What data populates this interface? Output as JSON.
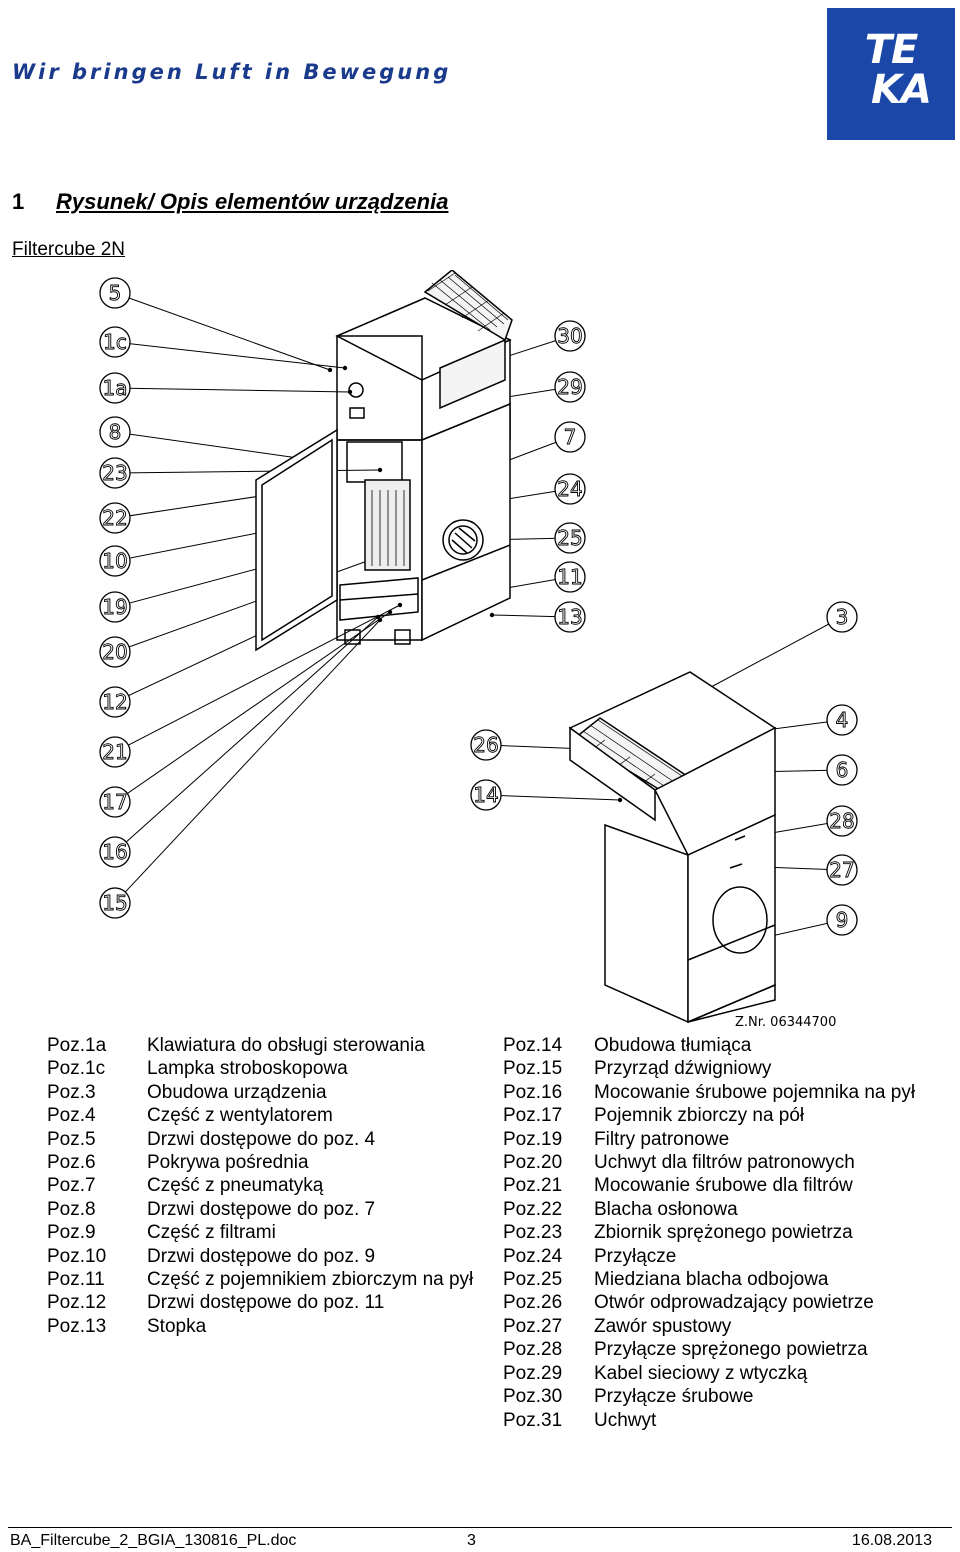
{
  "header": {
    "tagline": "Wir bringen Luft in Bewegung",
    "logo_text_top": "TE",
    "logo_text_bottom": "KA"
  },
  "section": {
    "number": "1",
    "title": "Rysunek/ Opis elementów urządzenia"
  },
  "subtitle": "Filtercube 2N",
  "drawing": {
    "callouts_left": [
      "5",
      "1c",
      "1a",
      "8",
      "23",
      "22",
      "10",
      "19",
      "20",
      "12",
      "21",
      "17",
      "16",
      "15"
    ],
    "callouts_right_upper": [
      "30",
      "29",
      "7",
      "24",
      "25",
      "11",
      "13"
    ],
    "callouts_right_lower": [
      "3",
      "4",
      "6",
      "28",
      "27",
      "9"
    ],
    "callouts_middle": [
      "26",
      "14"
    ],
    "drawing_number": "Z.Nr. 06344700"
  },
  "legend_left": [
    {
      "pos": "Poz.1a",
      "desc": "Klawiatura do obsługi sterowania"
    },
    {
      "pos": "Poz.1c",
      "desc": "Lampka stroboskopowa"
    },
    {
      "pos": "Poz.3",
      "desc": "Obudowa urządzenia"
    },
    {
      "pos": "Poz.4",
      "desc": "Część z wentylatorem"
    },
    {
      "pos": "Poz.5",
      "desc": "Drzwi dostępowe do poz. 4"
    },
    {
      "pos": "Poz.6",
      "desc": "Pokrywa pośrednia"
    },
    {
      "pos": "Poz.7",
      "desc": "Część z pneumatyką"
    },
    {
      "pos": "Poz.8",
      "desc": "Drzwi dostępowe do poz. 7"
    },
    {
      "pos": "Poz.9",
      "desc": "Część z filtrami"
    },
    {
      "pos": "Poz.10",
      "desc": "Drzwi dostępowe do poz. 9"
    },
    {
      "pos": "Poz.11",
      "desc": "Część z pojemnikiem zbiorczym na pył"
    },
    {
      "pos": "Poz.12",
      "desc": "Drzwi dostępowe do poz. 11"
    },
    {
      "pos": "Poz.13",
      "desc": "Stopka"
    }
  ],
  "legend_right": [
    {
      "pos": "Poz.14",
      "desc": "Obudowa tłumiąca"
    },
    {
      "pos": "Poz.15",
      "desc": "Przyrząd dźwigniowy"
    },
    {
      "pos": "Poz.16",
      "desc": "Mocowanie śrubowe pojemnika na pył"
    },
    {
      "pos": "Poz.17",
      "desc": "Pojemnik zbiorczy na pół"
    },
    {
      "pos": "Poz.19",
      "desc": "Filtry patronowe"
    },
    {
      "pos": "Poz.20",
      "desc": "Uchwyt dla filtrów patronowych"
    },
    {
      "pos": "Poz.21",
      "desc": "Mocowanie śrubowe dla filtrów"
    },
    {
      "pos": "Poz.22",
      "desc": "Blacha osłonowa"
    },
    {
      "pos": "Poz.23",
      "desc": "Zbiornik sprężonego powietrza"
    },
    {
      "pos": "Poz.24",
      "desc": "Przyłącze"
    },
    {
      "pos": "Poz.25",
      "desc": "Miedziana blacha odbojowa"
    },
    {
      "pos": "Poz.26",
      "desc": "Otwór odprowadzający powietrze"
    },
    {
      "pos": "Poz.27",
      "desc": "Zawór spustowy"
    },
    {
      "pos": "Poz.28",
      "desc": "Przyłącze sprężonego powietrza"
    },
    {
      "pos": "Poz.29",
      "desc": "Kabel sieciowy z wtyczką"
    },
    {
      "pos": "Poz.30",
      "desc": "Przyłącze śrubowe"
    },
    {
      "pos": "Poz.31",
      "desc": "Uchwyt"
    }
  ],
  "footer": {
    "filename": "BA_Filtercube_2_BGIA_130816_PL.doc",
    "page": "3",
    "date": "16.08.2013"
  },
  "colors": {
    "brand_blue": "#1a47a8",
    "tagline_blue": "#1a3a8c"
  }
}
